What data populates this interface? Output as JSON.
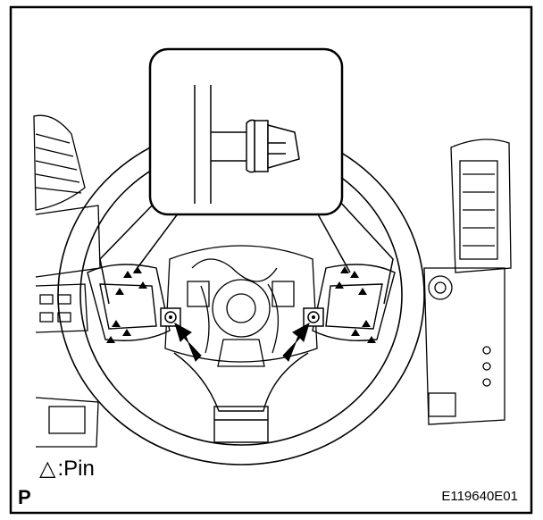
{
  "figure": {
    "panel_letter": "P",
    "figure_code": "E119640E01",
    "legend": {
      "symbol": "△",
      "text": ":Pin"
    }
  },
  "colors": {
    "line": "#000000",
    "background": "#ffffff"
  }
}
